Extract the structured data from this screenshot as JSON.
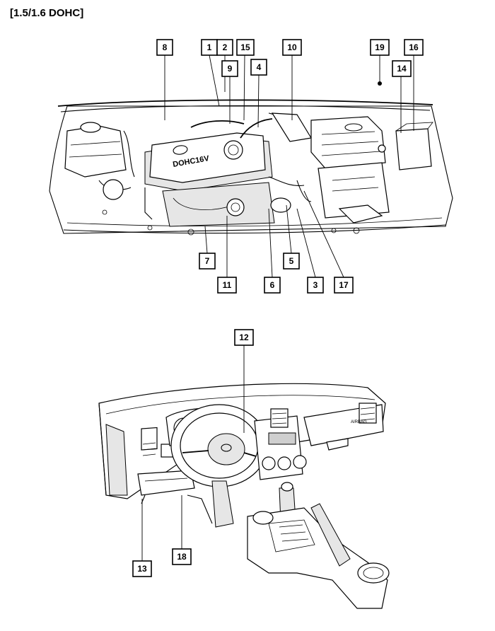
{
  "heading": "[1.5/1.6 DOHC]",
  "engine_label": "DOHC16V",
  "dash_label": "AIRBAG",
  "callouts": [
    "1",
    "2",
    "15",
    "9",
    "4",
    "8",
    "10",
    "19",
    "16",
    "14",
    "7",
    "11",
    "6",
    "5",
    "3",
    "17",
    "12",
    "13",
    "18"
  ]
}
